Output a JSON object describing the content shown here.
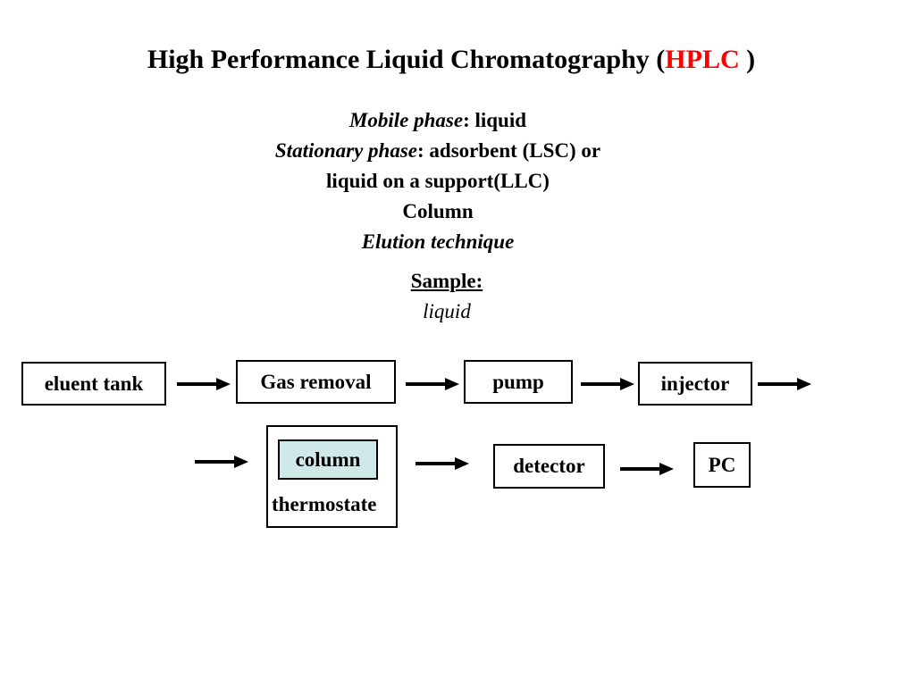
{
  "title": {
    "main": "High Performance Liquid Chromatography (",
    "highlight": "HPLC",
    "close": " )",
    "highlight_color": "#ff0000"
  },
  "info": {
    "mobile_label": "Mobile phase",
    "mobile_value": ": liquid",
    "stationary_label": "Stationary phase",
    "stationary_value": ": adsorbent (LSC) or",
    "stationary_value2": "liquid on a support(LLC)",
    "column": "Column",
    "elution": "Elution technique"
  },
  "sample": {
    "label": "Sample:",
    "value": "liquid"
  },
  "flow": {
    "eluent_tank": "eluent tank",
    "gas_removal": "Gas removal",
    "pump": "pump",
    "injector": "injector",
    "column": "column",
    "thermostate": "thermostate",
    "detector": "detector",
    "pc": "PC"
  },
  "colors": {
    "column_fill": "#cfe8e8"
  }
}
